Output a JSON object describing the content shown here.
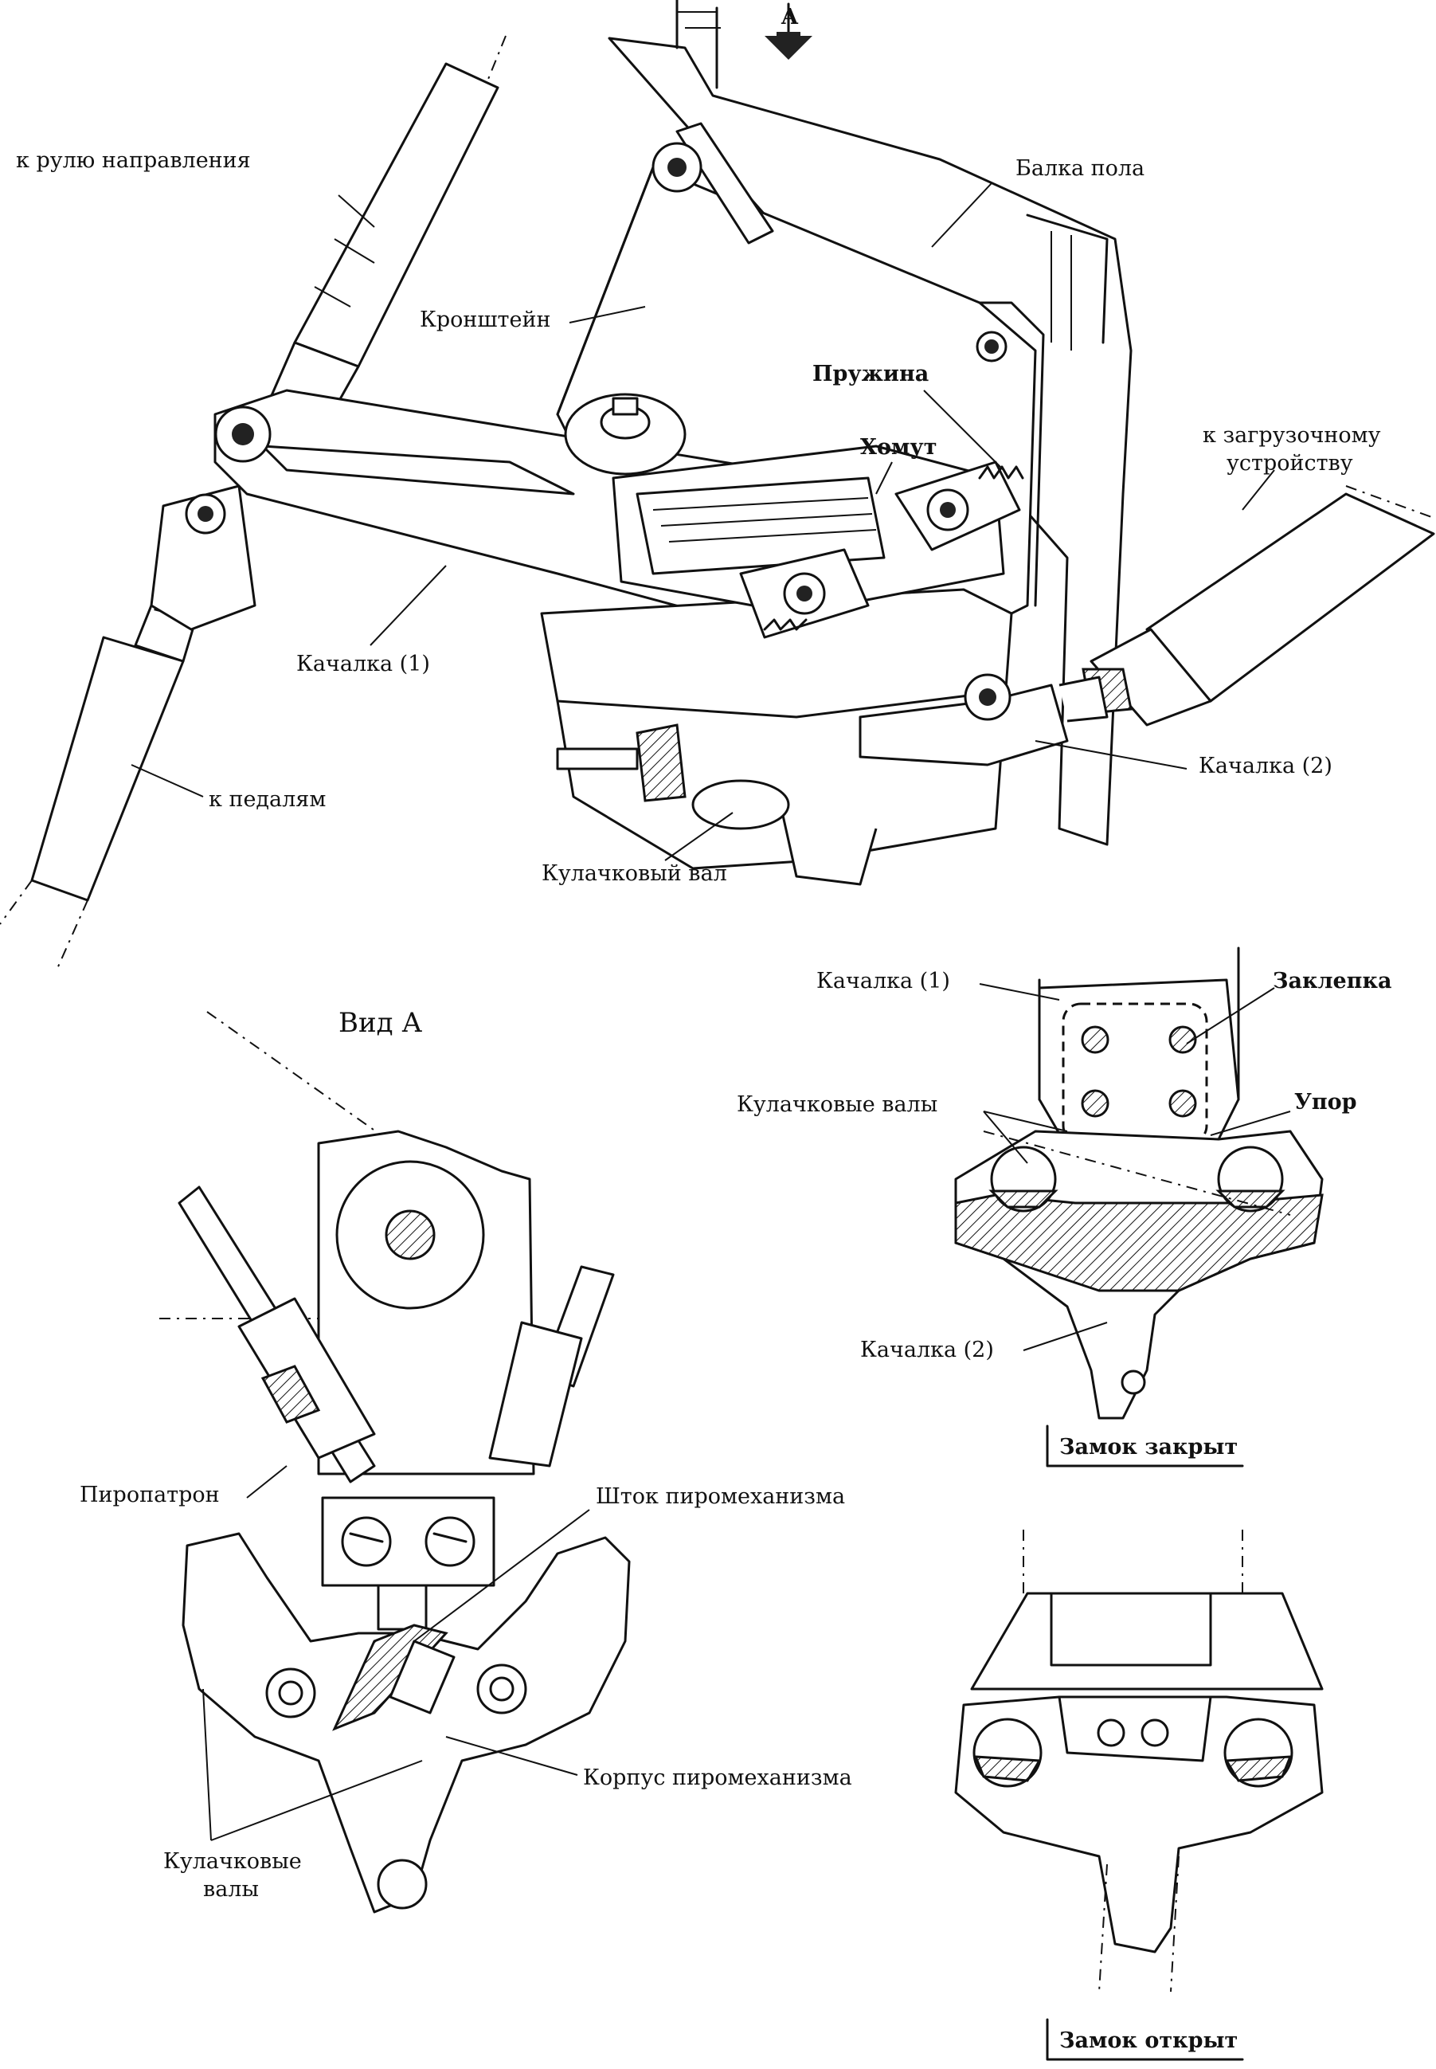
{
  "view_marker": {
    "letter": "A"
  },
  "labels": {
    "rudder": "к рулю направления",
    "floor_beam": "Балка пола",
    "bracket": "Кронштейн",
    "spring": "Пружина",
    "clamp": "Хомут",
    "loader_line1": "к загрузочному",
    "loader_line2": "устройству",
    "rocker1": "Качалка (1)",
    "pedals": "к педалям",
    "rocker2": "Качалка (2)",
    "camshaft": "Кулачковый вал"
  },
  "view_a": {
    "title": "Вид А",
    "squib": "Пиропатрон",
    "rod": "Шток пиромеханизма",
    "body": "Корпус пиромеханизма",
    "camshafts_line1": "Кулачковые",
    "camshafts_line2": "валы"
  },
  "lock_closed": {
    "rocker1": "Качалка (1)",
    "rivet": "Заклепка",
    "camshafts": "Кулачковые валы",
    "stop": "Упор",
    "rocker2": "Качалка (2)",
    "caption": "Замок закрыт"
  },
  "lock_open": {
    "caption": "Замок открыт"
  }
}
